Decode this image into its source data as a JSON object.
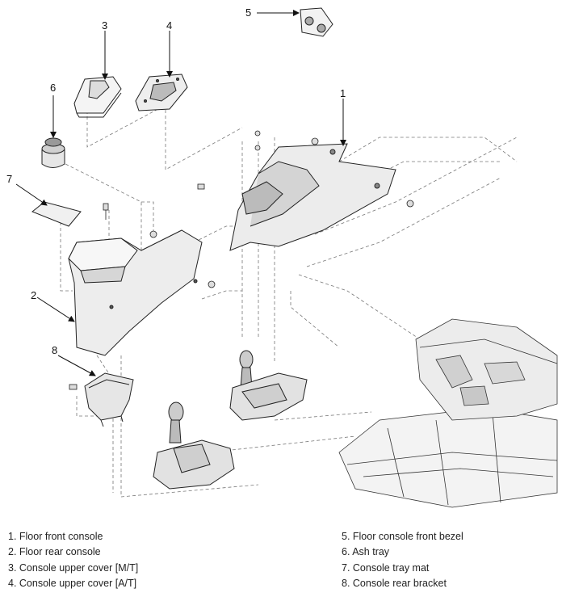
{
  "callouts": [
    "1",
    "2",
    "3",
    "4",
    "5",
    "6",
    "7",
    "8"
  ],
  "legend": {
    "left": [
      "1. Floor front console",
      "2. Floor rear console",
      "3. Console upper cover [M/T]",
      "4. Console upper cover [A/T]"
    ],
    "right": [
      "5. Floor console front bezel",
      "6. Ash tray",
      "7. Console tray mat",
      "8. Console rear bracket"
    ]
  }
}
